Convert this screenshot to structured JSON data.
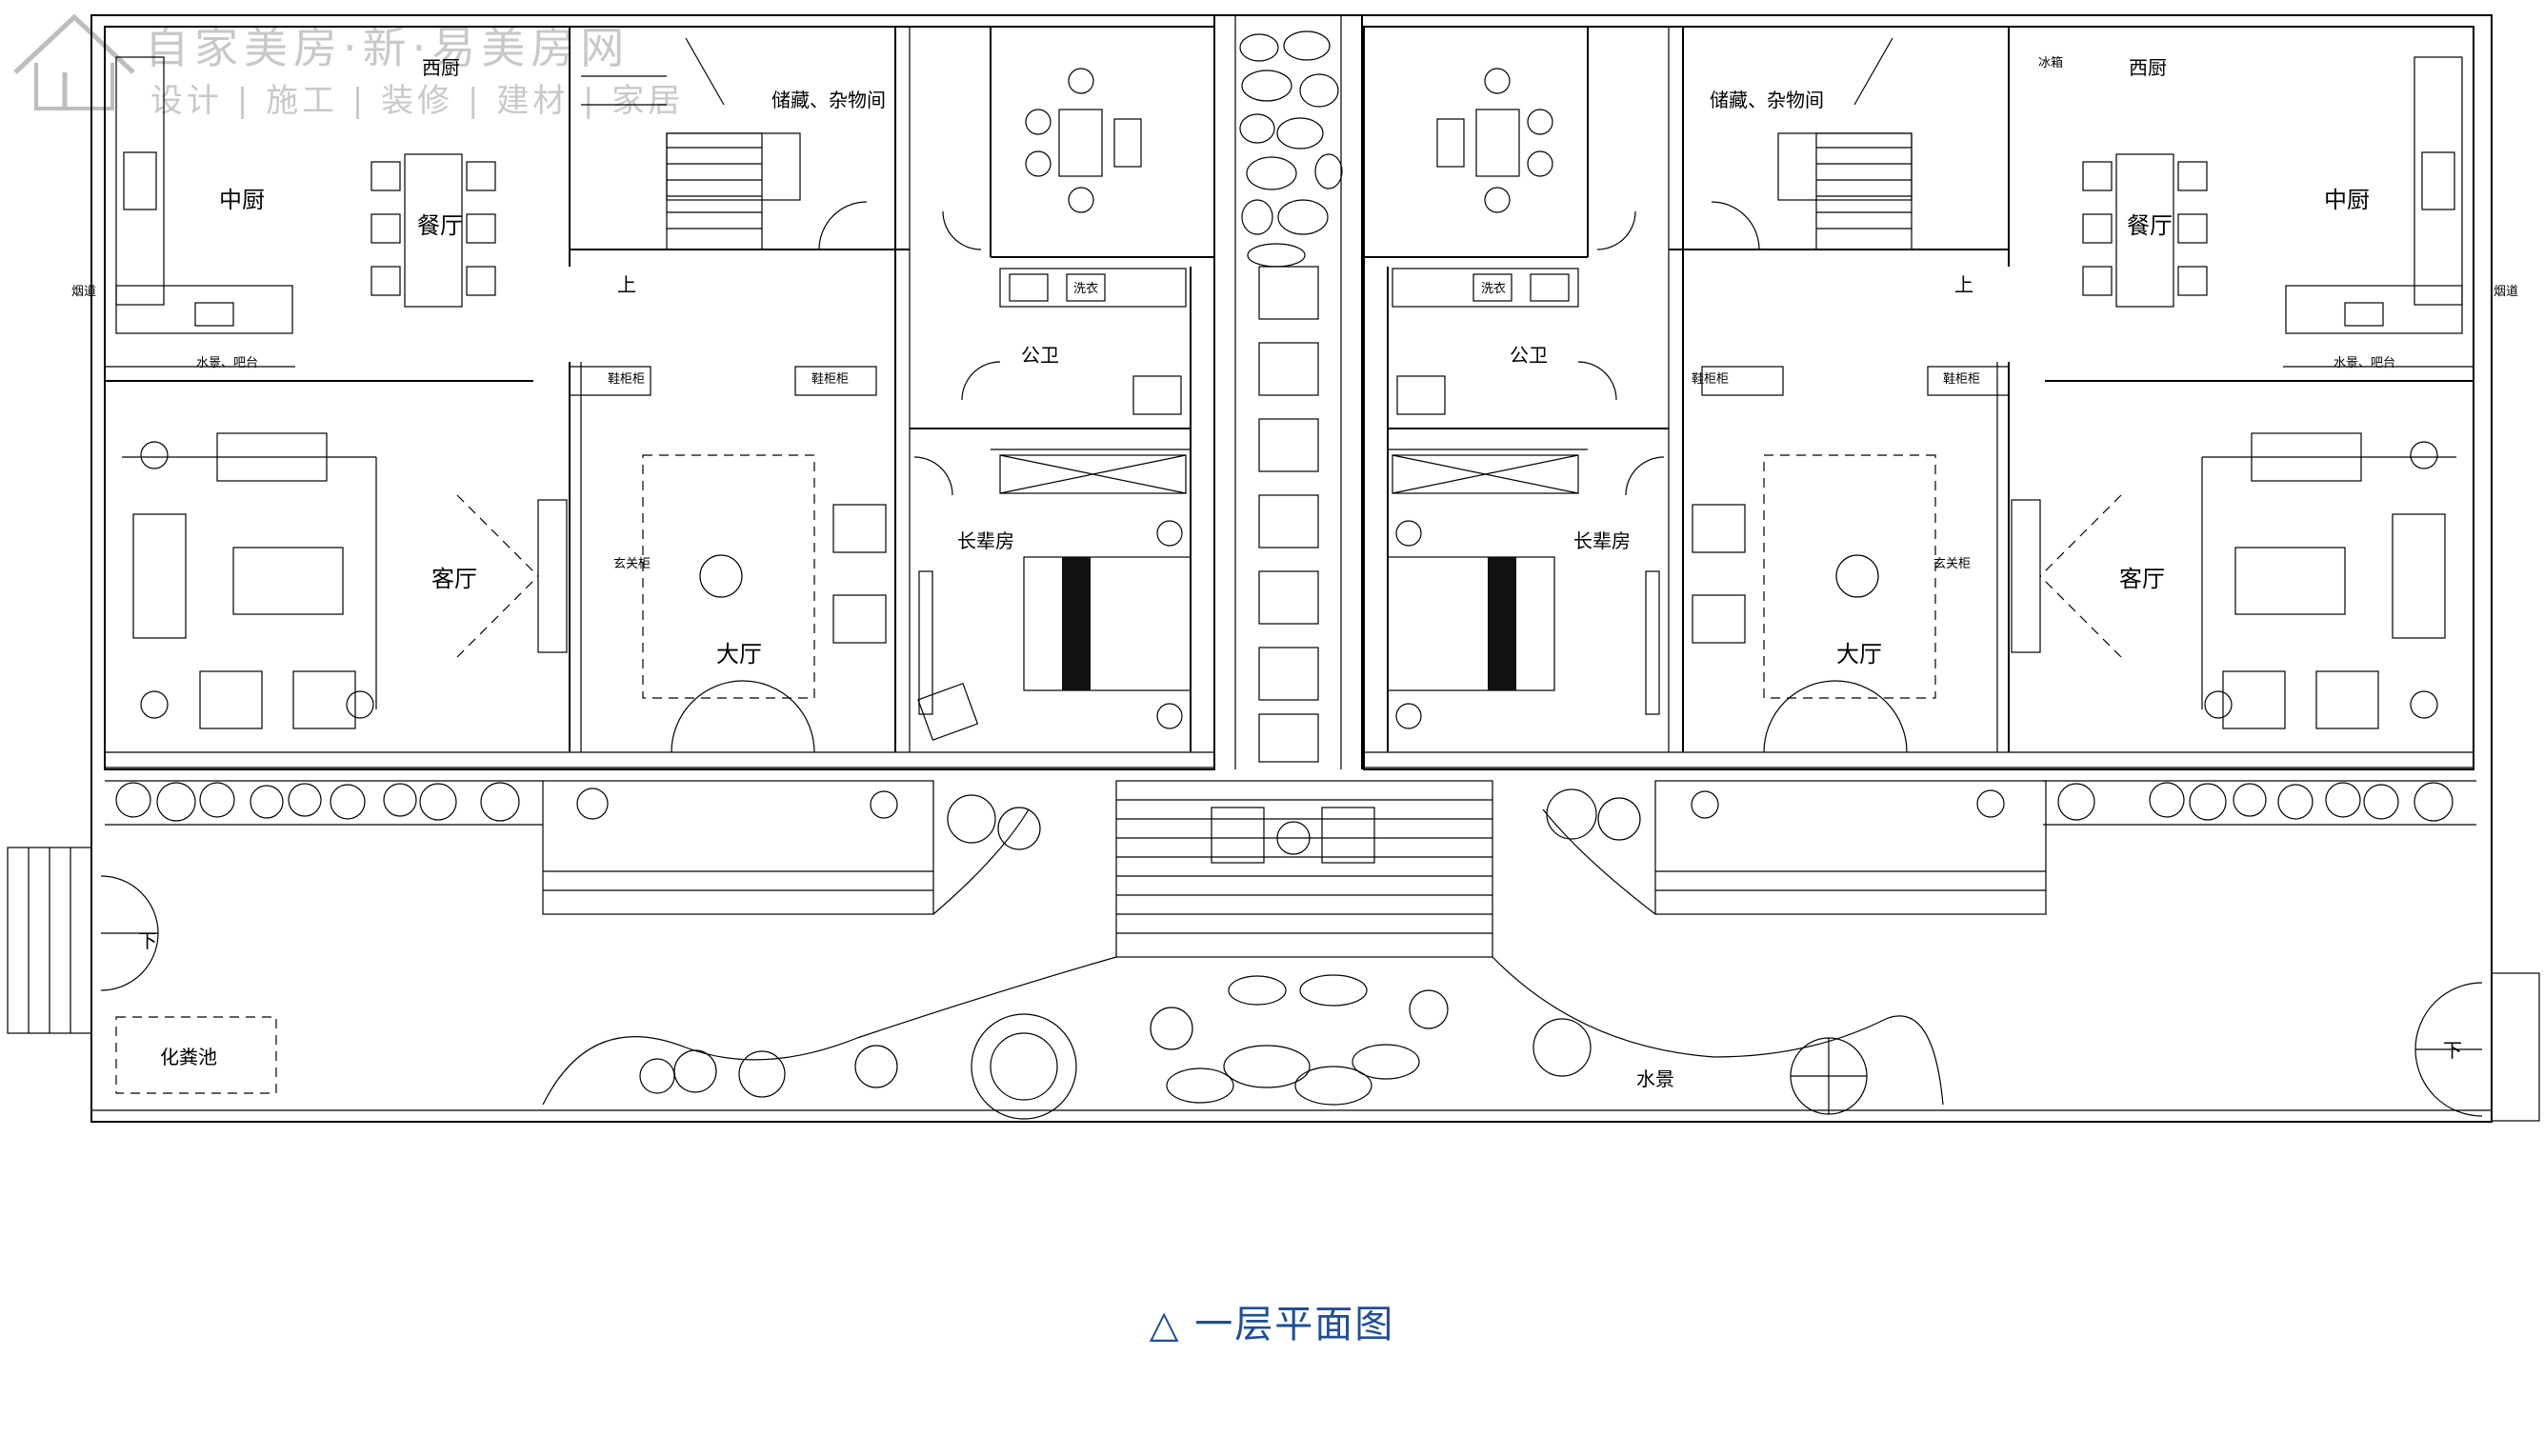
{
  "watermark": {
    "title": "自家美房·新·易美房网",
    "subtitle": "设计 | 施工 | 装修 | 建材 | 家居"
  },
  "caption": "△ 一层平面图",
  "rooms": {
    "left": {
      "chinese_kitchen": "中厨",
      "western_kitchen": "西厨",
      "dining": "餐厅",
      "storage": "储藏、杂物间",
      "up": "上",
      "public_toilet": "公卫",
      "elder_room": "长辈房",
      "living": "客厅",
      "hall": "大厅",
      "entry_cabinet": "玄关柜",
      "flue": "烟道",
      "bar": "水景、吧台",
      "shoe_cabinet_1": "鞋柜柜",
      "shoe_cabinet_2": "鞋柜柜",
      "wash": "洗衣"
    },
    "right": {
      "chinese_kitchen": "中厨",
      "western_kitchen": "西厨",
      "dining": "餐厅",
      "storage": "储藏、杂物间",
      "up": "上",
      "public_toilet": "公卫",
      "elder_room": "长辈房",
      "living": "客厅",
      "hall": "大厅",
      "entry_cabinet": "玄关柜",
      "flue": "烟道",
      "bar": "水景、吧台",
      "shoe_cabinet_1": "鞋柜柜",
      "shoe_cabinet_2": "鞋柜柜",
      "wash": "洗衣",
      "fridge": "冰箱"
    },
    "septic_tank": "化粪池",
    "water_feature": "水景",
    "down_left": "下",
    "down_right": "下"
  },
  "colors": {
    "line": "#000000",
    "caption": "#1f4e9a",
    "watermark": "#bebebe"
  }
}
